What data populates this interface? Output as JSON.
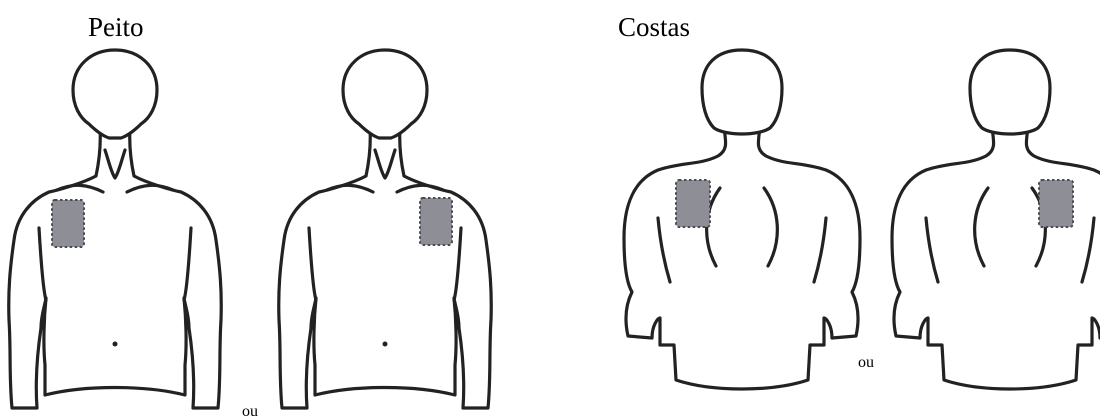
{
  "labels": {
    "chest": "Peito",
    "back": "Costas",
    "or_chest": "ou",
    "or_back": "ou"
  },
  "colors": {
    "pad_fill": "#8e8e96",
    "outline": "#222222"
  }
}
